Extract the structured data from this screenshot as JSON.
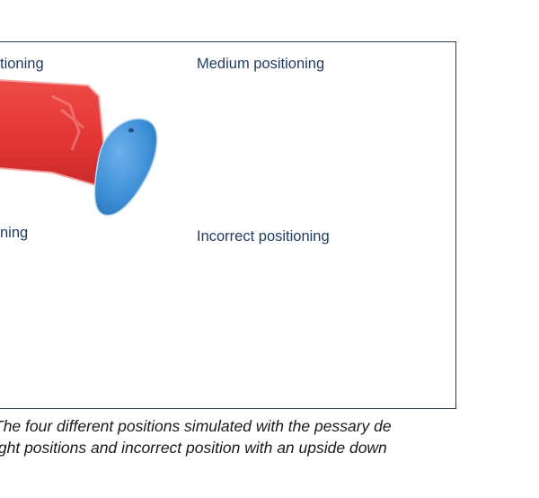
{
  "figure": {
    "panels": [
      {
        "label": "tioning"
      },
      {
        "label": "Medium positioning"
      },
      {
        "label": "ning"
      },
      {
        "label": "Incorrect positioning"
      }
    ]
  },
  "caption": {
    "line1": "The four different positions simulated with the pessary de",
    "line2": "ight positions and incorrect position with an upside down"
  },
  "colors": {
    "body": "#e8393a",
    "pessary": "#3d8fd6",
    "frame": "#2b3a55",
    "label": "#1f3a5f"
  }
}
